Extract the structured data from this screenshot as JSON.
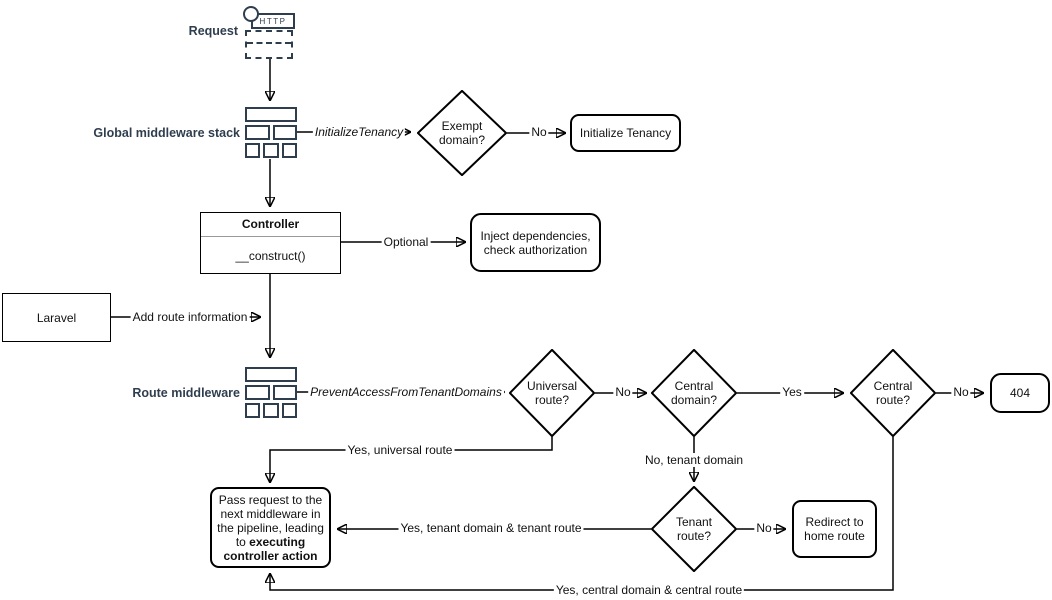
{
  "colors": {
    "accent_dark": "#2F3E4F",
    "line": "#000000",
    "uml_divider": "#999999",
    "background": "#ffffff"
  },
  "icons": {
    "request": "http-request-icon",
    "global_middleware": "middleware-stack-icon",
    "route_middleware": "middleware-stack-icon"
  },
  "labels": {
    "request": "Request",
    "http_badge": "HTTP",
    "global_middleware_stack": "Global middleware stack",
    "route_middleware": "Route middleware"
  },
  "nodes": {
    "exempt_domain": "Exempt domain?",
    "initialize_tenancy": "Initialize Tenancy",
    "controller_title": "Controller",
    "controller_method": "__construct()",
    "inject_dependencies": "Inject dependencies, check authorization",
    "laravel": "Laravel",
    "universal_route": "Universal route?",
    "central_domain": "Central domain?",
    "central_route": "Central route?",
    "error_404": "404",
    "tenant_route": "Tenant route?",
    "redirect_home": "Redirect to home route",
    "pass_request_text": "Pass request to the next middleware in the pipeline, leading to ",
    "pass_request_bold": "executing controller action"
  },
  "edge_labels": {
    "initialize_tenancy_middleware": "InitializeTenancy",
    "exempt_no": "No",
    "optional": "Optional",
    "add_route_information": "Add route information",
    "prevent_access_middleware": "PreventAccessFromTenantDomains",
    "universal_no": "No",
    "central_domain_yes": "Yes",
    "central_route_no": "No",
    "yes_universal_route": "Yes, universal route",
    "no_tenant_domain": "No, tenant domain",
    "tenant_route_no": "No",
    "yes_tenant_domain_tenant_route": "Yes, tenant domain & tenant route",
    "yes_central_domain_central_route": "Yes, central domain & central route"
  }
}
